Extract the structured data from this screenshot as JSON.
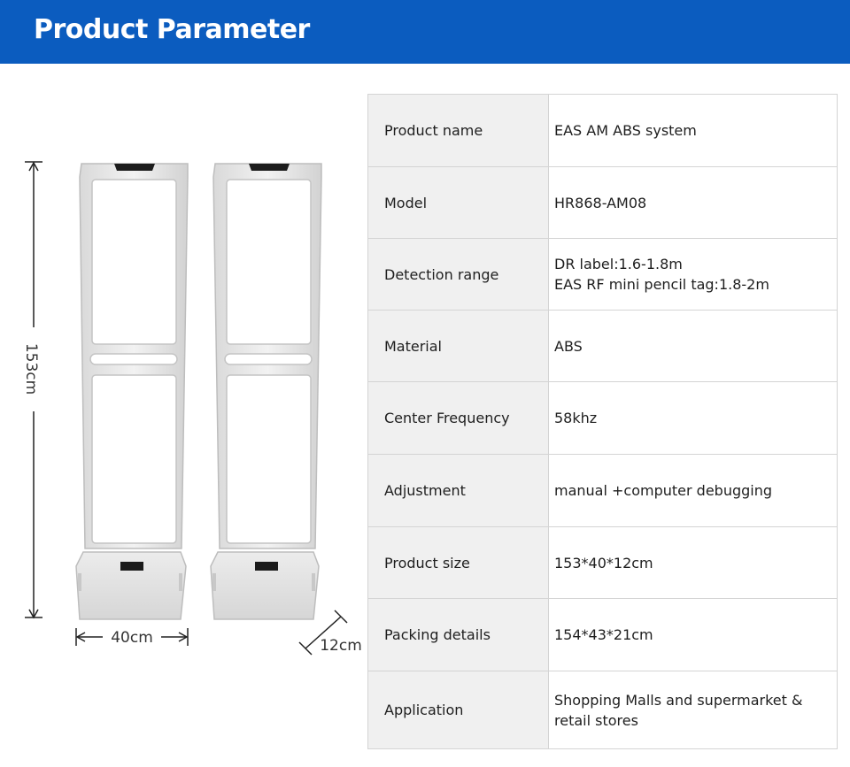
{
  "header": {
    "title": "Product Parameter"
  },
  "figure": {
    "height_label": "153cm",
    "width_label": "40cm",
    "depth_label": "12cm"
  },
  "colors": {
    "header_bg": "#0b5cbf",
    "label_cell_bg": "#f0f0f0",
    "border": "#d4d4d4"
  },
  "specs": [
    {
      "label": "Product name",
      "value": "EAS AM ABS system"
    },
    {
      "label": "Model",
      "value": "HR868-AM08"
    },
    {
      "label": "Detection range",
      "value_lines": [
        "DR label:1.6-1.8m",
        "EAS RF mini pencil tag:1.8-2m"
      ]
    },
    {
      "label": "Material",
      "value": "ABS"
    },
    {
      "label": "Center Frequency",
      "value": "58khz"
    },
    {
      "label": "Adjustment",
      "value": "manual +computer debugging"
    },
    {
      "label": "Product size",
      "value": "153*40*12cm"
    },
    {
      "label": "Packing details",
      "value": "154*43*21cm"
    },
    {
      "label": "Application",
      "value": "Shopping Malls and supermarket & retail stores"
    }
  ]
}
